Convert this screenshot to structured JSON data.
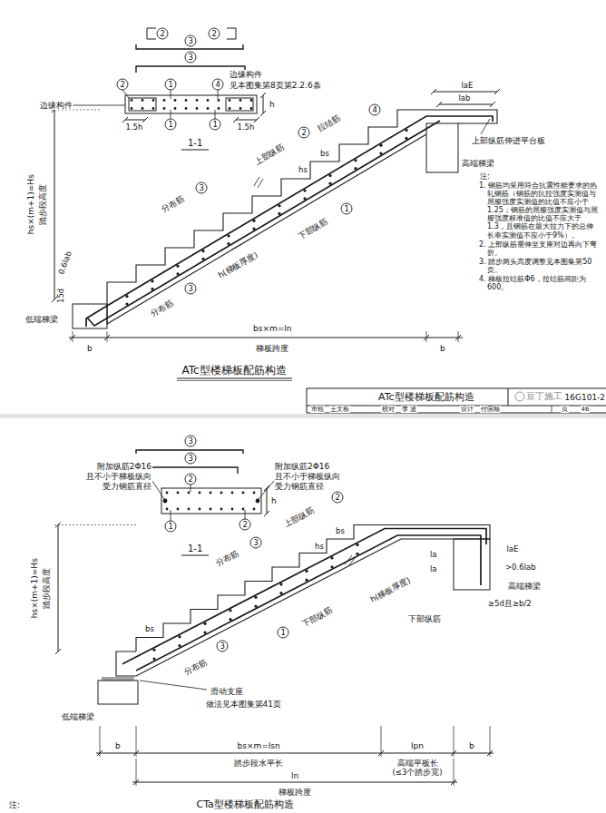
{
  "diagram": {
    "labels": [
      "2",
      "2",
      "3",
      "3",
      "边缘构件",
      "见本图集第8页第2.2.6条",
      "2",
      "1",
      "4",
      "边缘构件",
      "h",
      "1.5h",
      "1",
      "1",
      "1.5h",
      "1-1",
      "laE",
      "lab",
      "上部纵筋伸进平台板",
      "高端梯梁",
      "拉结筋",
      "4",
      "上部纵筋",
      "2",
      "hs",
      "bs",
      "分布筋",
      "3",
      "分布筋",
      "3",
      "下部纵筋",
      "1",
      "h(梯板厚度)",
      "0.6lab",
      "15d",
      "低端梯梁",
      "bs×m=ln",
      "梯板跨度",
      "b",
      "b",
      "hs×(m+1)=Hs",
      "踏步段高度",
      "ATc型楼梯板配筋构造",
      "注:",
      "1. 钢筋均采用符合抗震性能要求的热轧钢筋（钢筋的抗拉强度实测值与屈服强度实测值的比值不应小于1.25；钢筋的屈服强度实测值与屈服强度标准值的比值不应大于1.3，且钢筋在最大拉力下的总伸长率实测值不应小于9%）。",
      "2. 上部纵筋需伸至支座对边再向下弯折。",
      "3. 踏步两头高度调整见本图集第50页。",
      "4. 梯板拉结筋Φ6，拉结筋间距为600。",
      "ATc型楼梯板配筋构造",
      "豆丁施工",
      "16G101-2",
      "审核",
      "王文栋",
      "校对",
      "李 波",
      "设计",
      "付国顺",
      "页",
      "46",
      "3",
      "3",
      "附加纵筋2Φ16 且不小于梯板纵向 受力钢筋直径",
      "附加纵筋2Φ16 且不小于梯板纵向 受力钢筋直径",
      "2",
      "h",
      "1",
      "2",
      "1-1",
      "laE",
      ">0.6lab",
      "la",
      "la",
      "高端梯梁",
      "≥5d且≥b/2",
      "hs",
      "bs",
      "上部纵筋",
      "2",
      "分布筋",
      "3",
      "h(梯板厚度)",
      "下部纵筋",
      "1",
      "分布筋",
      "3",
      "下部纵筋",
      "bs",
      "滑动支座",
      "做法见本图集第41页",
      "低端梯梁",
      "b",
      "bs×m=lsn",
      "lpn",
      "b",
      "踏步段水平长",
      "高端平板长",
      "(≤3个踏步宽)",
      "ln",
      "梯板跨度",
      "hs×(m+1)=Hs",
      "踏步段高度",
      "注:",
      "CTa型楼梯板配筋构造"
    ]
  }
}
